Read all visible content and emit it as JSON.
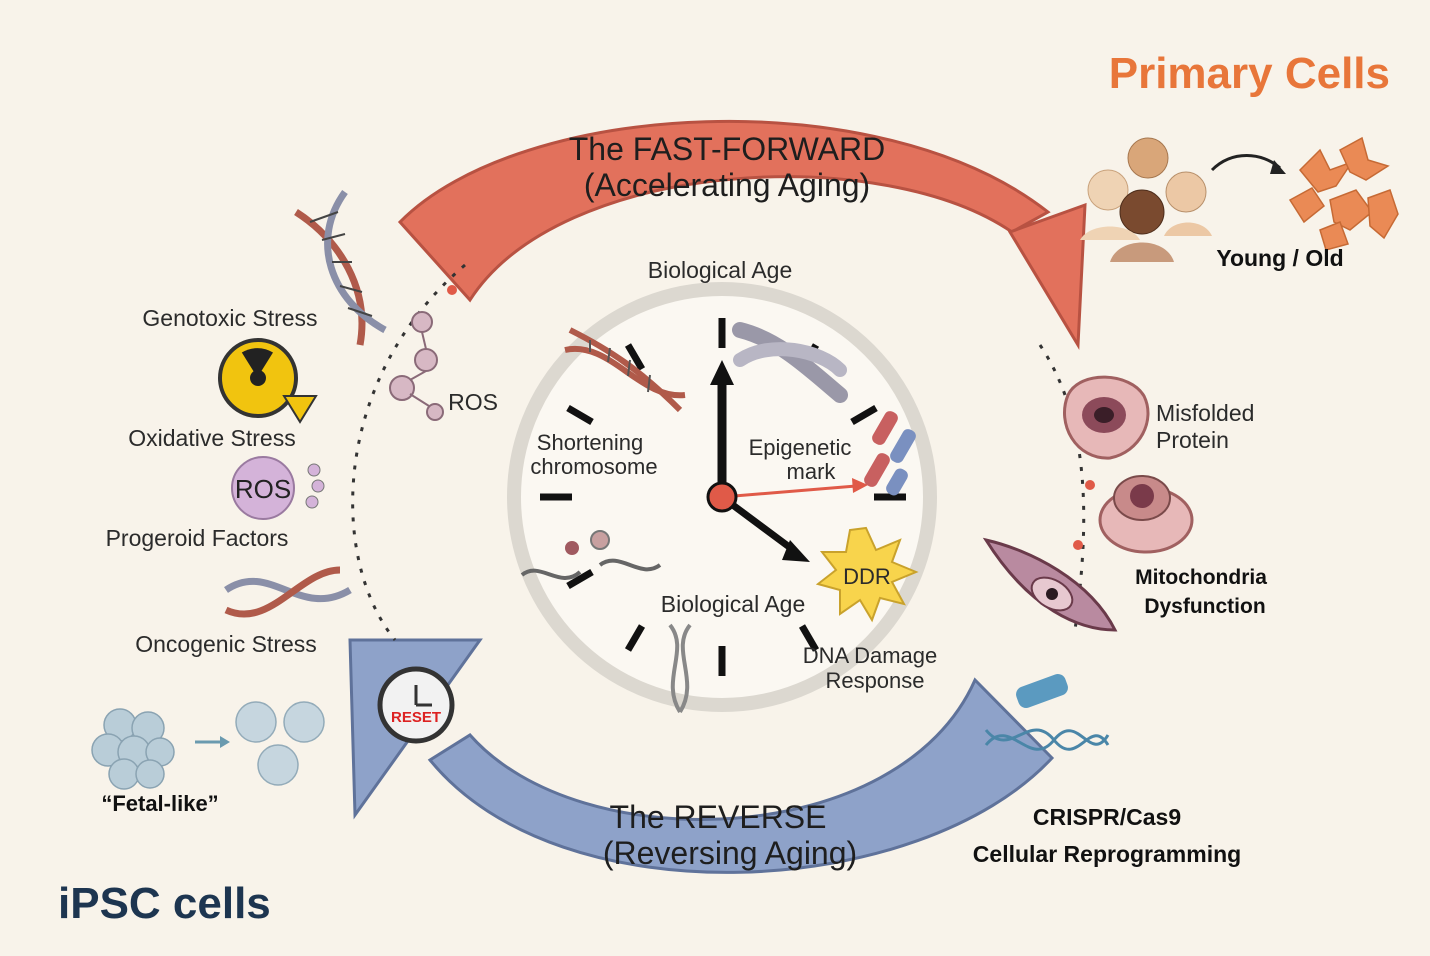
{
  "titles": {
    "primary_cells": "Primary Cells",
    "ipsc_cells": "iPSC cells"
  },
  "arrows": {
    "fast_forward_line1": "The FAST-FORWARD",
    "fast_forward_line2": "(Accelerating Aging)",
    "reverse_line1": "The REVERSE",
    "reverse_line2": "(Reversing Aging)"
  },
  "clock": {
    "top_label": "Biological Age",
    "bottom_label": "Biological Age",
    "shortening_line1": "Shortening",
    "shortening_line2": "chromosome",
    "epigenetic_line1": "Epigenetic",
    "epigenetic_line2": "mark",
    "ddr": "DDR",
    "dna_damage_line1": "DNA Damage",
    "dna_damage_line2": "Response",
    "reset": "RESET"
  },
  "left_factors": {
    "genotoxic": "Genotoxic Stress",
    "oxidative": "Oxidative Stress",
    "ros_badge": "ROS",
    "ros_label": "ROS",
    "progeroid": "Progeroid Factors",
    "oncogenic": "Oncogenic Stress",
    "fetal_like": "“Fetal-like”"
  },
  "right_factors": {
    "young_old": "Young / Old",
    "misfolded_line1": "Misfolded",
    "misfolded_line2": "Protein",
    "mito_line1": "Mitochondria",
    "mito_line2": "Dysfunction",
    "crispr_line1": "CRISPR/Cas9",
    "crispr_line2": "Cellular Reprogramming"
  },
  "colors": {
    "orange_title": "#e8763a",
    "navy_title": "#1d3550",
    "red_arrow": "#e2715c",
    "blue_arrow": "#8ea2c9",
    "clock_ring": "#dcd8d0",
    "red_dot": "#e05a48"
  }
}
